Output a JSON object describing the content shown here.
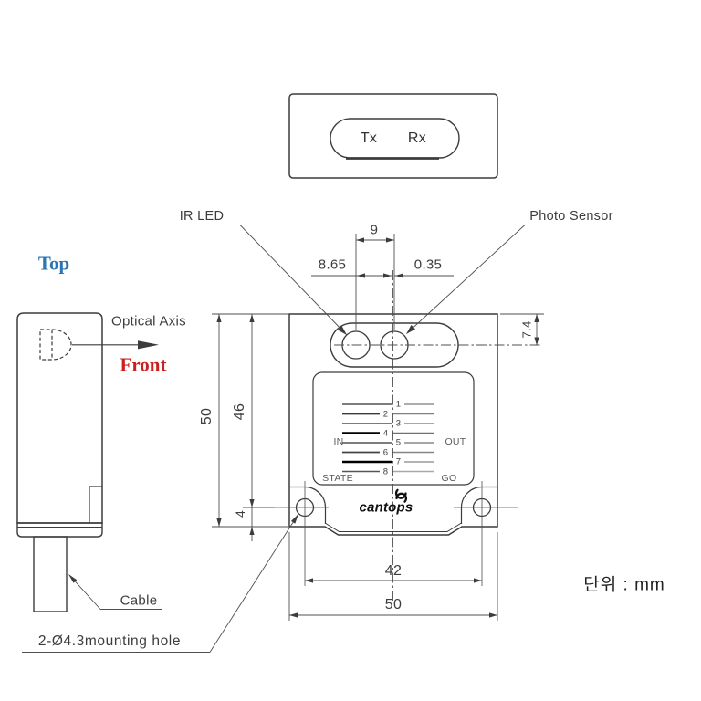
{
  "unit_note": "단위 : mm",
  "top_view": {
    "tx_label": "Tx",
    "rx_label": "Rx"
  },
  "side_view": {
    "view_label_top": "Top",
    "view_label_front": "Front",
    "optical_axis_label": "Optical Axis",
    "cable_label": "Cable"
  },
  "front_view": {
    "ir_led_label": "IR LED",
    "photo_sensor_label": "Photo Sensor",
    "mounting_hole_label": "2-Ø4.3mounting hole",
    "plate": {
      "in_label": "IN",
      "out_label": "OUT",
      "state_label": "STATE",
      "go_label": "GO",
      "brand": "cantops",
      "channels": [
        "1",
        "2",
        "3",
        "4",
        "5",
        "6",
        "7",
        "8"
      ]
    }
  },
  "dimensions": {
    "led_sensor_spacing": "9",
    "led_to_center": "8.65",
    "center_to_sensor": "0.35",
    "top_to_optical_axis": "7.4",
    "body_height": "50",
    "top_to_hole": "46",
    "hole_to_bottom": "4",
    "hole_spacing": "42",
    "body_width": "50"
  },
  "colors": {
    "line": "#3c3c3c",
    "dim_line": "#4f4f4f",
    "top_label": "#2e74b5",
    "front_label": "#cc2020",
    "text": "#3d3d3d"
  }
}
